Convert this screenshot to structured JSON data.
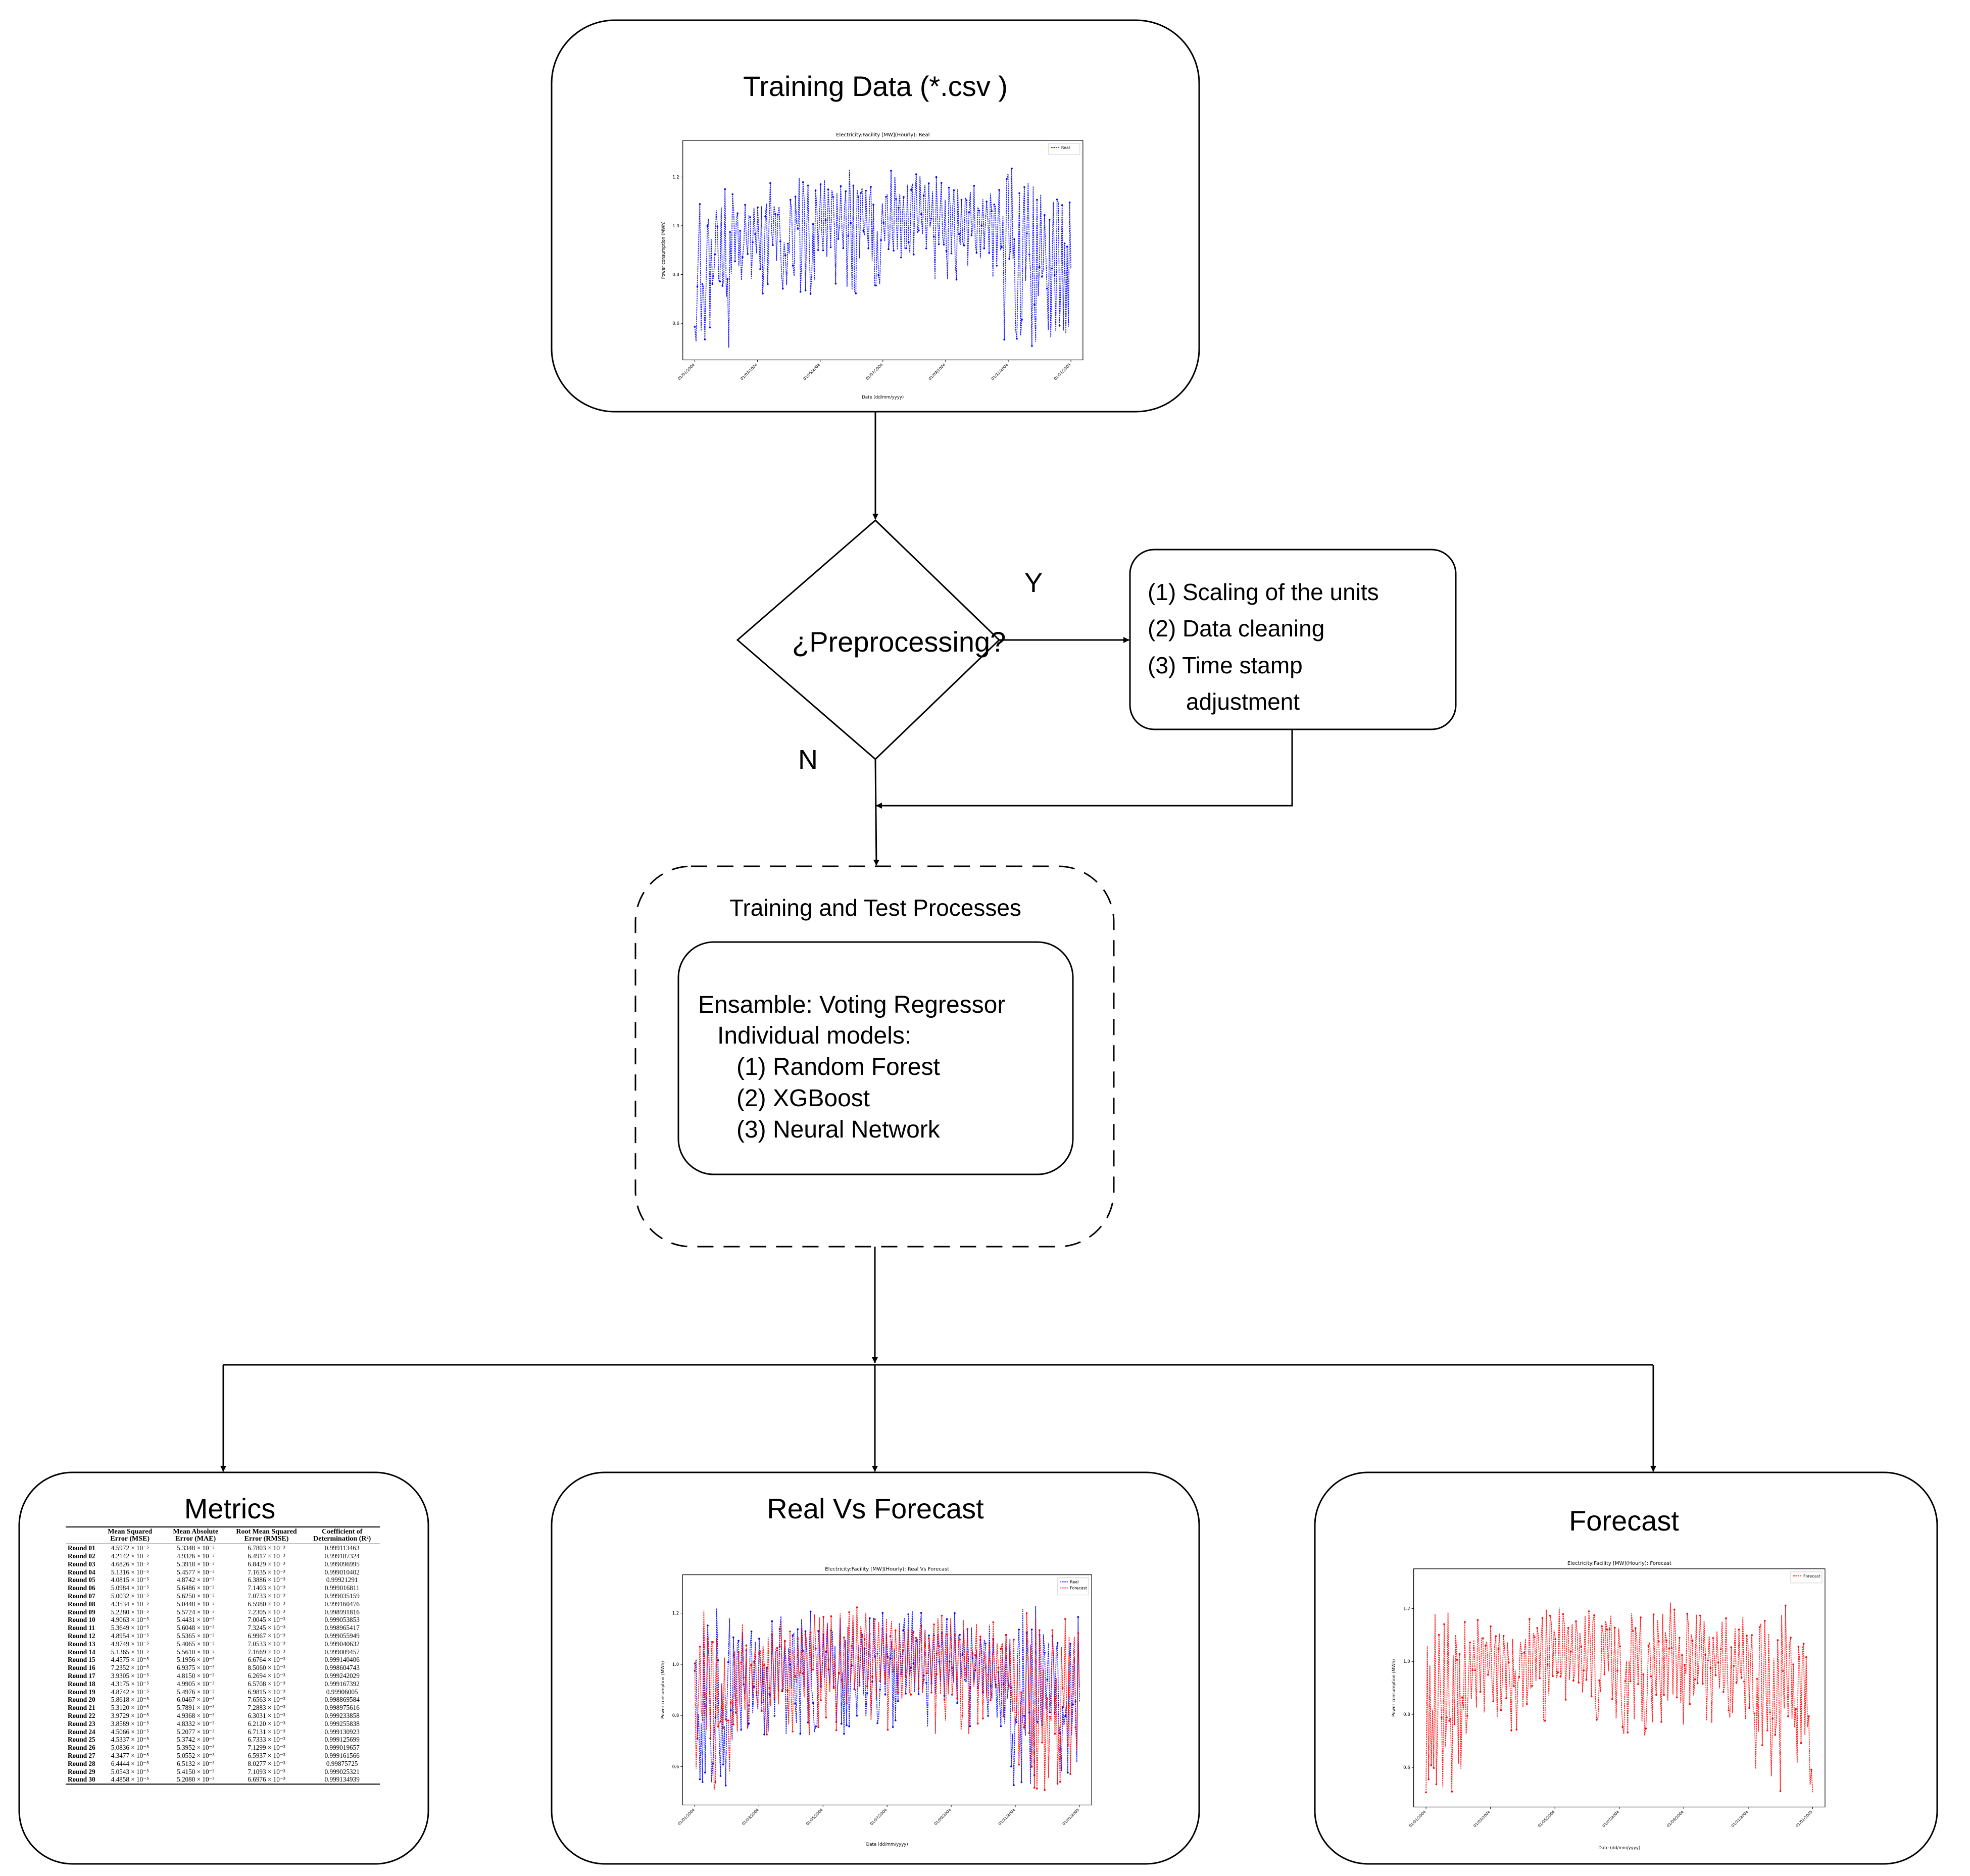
{
  "training": {
    "title": "Training Data (*.csv )",
    "chart_data": {
      "type": "line",
      "title": "Electricity:Facility [MW](Hourly): Real",
      "xlabel": "Date (dd/mm/yyyy)",
      "ylabel": "Power consumption (MWh)",
      "yticks": [
        "0.6",
        "0.8",
        "1.0",
        "1.2"
      ],
      "xticks": [
        "01/01/2004",
        "01/03/2004",
        "01/05/2004",
        "01/07/2004",
        "01/09/2004",
        "01/11/2004",
        "01/01/2005"
      ],
      "ylim": [
        0.45,
        1.35
      ],
      "legend": [
        "Real"
      ],
      "legend_position": "upper right",
      "series_colors": [
        "#0000ff"
      ]
    }
  },
  "decision": {
    "label": "¿Preprocessing?",
    "yes_label": "Y",
    "no_label": "N"
  },
  "preprocessing": {
    "lines": [
      "(1) Scaling of the units",
      "(2) Data cleaning",
      "(3) Time stamp",
      "adjustment"
    ]
  },
  "training_test": {
    "title": "Training and Test Processes",
    "lines": [
      "Ensamble: Voting Regressor",
      "Individual models:",
      "(1) Random Forest",
      "(2) XGBoost",
      "(3) Neural Network"
    ]
  },
  "metrics": {
    "title": "Metrics",
    "columns": [
      "",
      "Mean Squared Error (MSE)",
      "Mean Absolute Error (MAE)",
      "Root Mean Squared Error (RMSE)",
      "Coefficient of Determination (R²)"
    ],
    "rows": [
      [
        "Round 01",
        "4.5972 × 10⁻⁵",
        "5.3348 × 10⁻³",
        "6.7803 × 10⁻³",
        "0.999113463"
      ],
      [
        "Round 02",
        "4.2142 × 10⁻⁵",
        "4.9326 × 10⁻³",
        "6.4917 × 10⁻³",
        "0.999187324"
      ],
      [
        "Round 03",
        "4.6826 × 10⁻⁵",
        "5.3918 × 10⁻³",
        "6.8429 × 10⁻³",
        "0.999096995"
      ],
      [
        "Round 04",
        "5.1316 × 10⁻⁵",
        "5.4577 × 10⁻³",
        "7.1635 × 10⁻³",
        "0.999010402"
      ],
      [
        "Round 05",
        "4.0815 × 10⁻⁵",
        "4.8742 × 10⁻³",
        "6.3886 × 10⁻³",
        "0.99921291"
      ],
      [
        "Round 06",
        "5.0984 × 10⁻⁵",
        "5.6486 × 10⁻³",
        "7.1403 × 10⁻³",
        "0.999016811"
      ],
      [
        "Round 07",
        "5.0032 × 10⁻⁵",
        "5.6250 × 10⁻³",
        "7.0733 × 10⁻³",
        "0.999035159"
      ],
      [
        "Round 08",
        "4.3534 × 10⁻⁵",
        "5.0448 × 10⁻³",
        "6.5980 × 10⁻³",
        "0.999160476"
      ],
      [
        "Round 09",
        "5.2280 × 10⁻⁵",
        "5.5724 × 10⁻³",
        "7.2305 × 10⁻³",
        "0.998991816"
      ],
      [
        "Round 10",
        "4.9063 × 10⁻⁵",
        "5.4431 × 10⁻³",
        "7.0045 × 10⁻³",
        "0.999053853"
      ],
      [
        "Round 11",
        "5.3649 × 10⁻⁵",
        "5.6048 × 10⁻³",
        "7.3245 × 10⁻³",
        "0.998965417"
      ],
      [
        "Round 12",
        "4.8954 × 10⁻⁵",
        "5.5365 × 10⁻³",
        "6.9967 × 10⁻³",
        "0.999055949"
      ],
      [
        "Round 13",
        "4.9749 × 10⁻⁵",
        "5.4065 × 10⁻³",
        "7.0533 × 10⁻³",
        "0.999040632"
      ],
      [
        "Round 14",
        "5.1365 × 10⁻⁵",
        "5.5610 × 10⁻³",
        "7.1669 × 10⁻³",
        "0.999009457"
      ],
      [
        "Round 15",
        "4.4575 × 10⁻⁵",
        "5.1956 × 10⁻³",
        "6.6764 × 10⁻³",
        "0.999140406"
      ],
      [
        "Round 16",
        "7.2352 × 10⁻⁵",
        "6.9375 × 10⁻³",
        "8.5060 × 10⁻³",
        "0.998604743"
      ],
      [
        "Round 17",
        "3.9305 × 10⁻⁵",
        "4.8150 × 10⁻³",
        "6.2694 × 10⁻³",
        "0.999242029"
      ],
      [
        "Round 18",
        "4.3175 × 10⁻⁵",
        "4.9905 × 10⁻³",
        "6.5708 × 10⁻³",
        "0.999167392"
      ],
      [
        "Round 19",
        "4.8742 × 10⁻⁵",
        "5.4976 × 10⁻³",
        "6.9815 × 10⁻³",
        "0.99906005"
      ],
      [
        "Round 20",
        "5.8618 × 10⁻⁵",
        "6.0467 × 10⁻³",
        "7.6563 × 10⁻³",
        "0.998869584"
      ],
      [
        "Round 21",
        "5.3120 × 10⁻⁵",
        "5.7891 × 10⁻³",
        "7.2883 × 10⁻³",
        "0.998975616"
      ],
      [
        "Round 22",
        "3.9729 × 10⁻⁵",
        "4.9368 × 10⁻³",
        "6.3031 × 10⁻³",
        "0.999233858"
      ],
      [
        "Round 23",
        "3.8589 × 10⁻⁵",
        "4.8332 × 10⁻³",
        "6.2120 × 10⁻³",
        "0.999255838"
      ],
      [
        "Round 24",
        "4.5066 × 10⁻⁵",
        "5.2077 × 10⁻³",
        "6.7131 × 10⁻³",
        "0.999130923"
      ],
      [
        "Round 25",
        "4.5337 × 10⁻⁵",
        "5.3742 × 10⁻³",
        "6.7333 × 10⁻³",
        "0.999125699"
      ],
      [
        "Round 26",
        "5.0836 × 10⁻⁵",
        "5.3952 × 10⁻³",
        "7.1299 × 10⁻³",
        "0.999019657"
      ],
      [
        "Round 27",
        "4.3477 × 10⁻⁵",
        "5.0552 × 10⁻³",
        "6.5937 × 10⁻³",
        "0.999161566"
      ],
      [
        "Round 28",
        "6.4444 × 10⁻⁵",
        "6.5132 × 10⁻³",
        "8.0277 × 10⁻³",
        "0.99875725"
      ],
      [
        "Round 29",
        "5.0543 × 10⁻⁵",
        "5.4150 × 10⁻³",
        "7.1093 × 10⁻³",
        "0.999025321"
      ],
      [
        "Round 30",
        "4.4858 × 10⁻⁵",
        "5.2080 × 10⁻³",
        "6.6976 × 10⁻³",
        "0.999134939"
      ]
    ]
  },
  "real_vs_forecast": {
    "title": "Real Vs Forecast",
    "chart_data": {
      "type": "line",
      "title": "Electricity:Facility [MW](Hourly): Real Vs Forecast",
      "xlabel": "Date (dd/mm/yyyy)",
      "ylabel": "Power consumption (MWh)",
      "yticks": [
        "0.6",
        "0.8",
        "1.0",
        "1.2"
      ],
      "xticks": [
        "01/01/2004",
        "01/03/2004",
        "01/05/2004",
        "01/07/2004",
        "01/09/2004",
        "01/11/2004",
        "01/01/2005"
      ],
      "ylim": [
        0.45,
        1.35
      ],
      "legend": [
        "Real",
        "Forecast"
      ],
      "legend_position": "upper right",
      "series_colors": [
        "#0000ff",
        "#ff0000"
      ]
    }
  },
  "forecast": {
    "title": "Forecast",
    "chart_data": {
      "type": "line",
      "title": "Electricity:Facility [MW](Hourly): Forecast",
      "xlabel": "Date (dd/mm/yyyy)",
      "ylabel": "Power consumption (MWh)",
      "yticks": [
        "0.6",
        "0.8",
        "1.0",
        "1.2"
      ],
      "xticks": [
        "01/01/2004",
        "01/03/2004",
        "01/05/2004",
        "01/07/2004",
        "01/09/2004",
        "01/11/2004",
        "01/01/2005"
      ],
      "ylim": [
        0.45,
        1.35
      ],
      "legend": [
        "Forecast"
      ],
      "legend_position": "upper right",
      "series_colors": [
        "#ff0000"
      ]
    }
  }
}
